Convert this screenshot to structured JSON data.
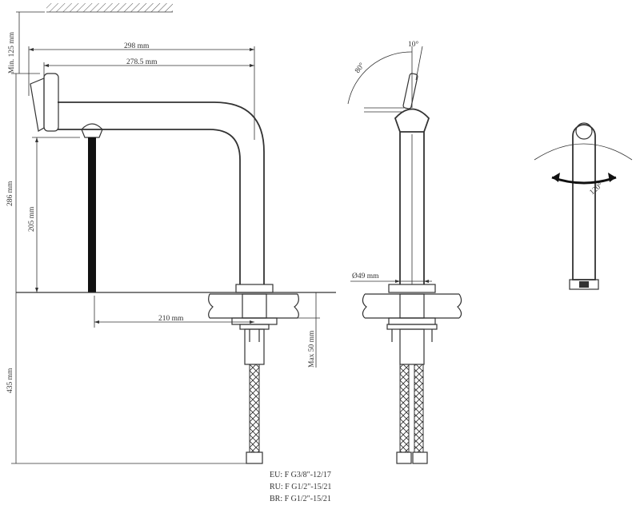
{
  "dimensions": {
    "min_clearance": "Min. 125 mm",
    "width_total": "298 mm",
    "width_reach": "278.5 mm",
    "height_total": "286 mm",
    "height_spout": "205 mm",
    "reach_from_axis": "210 mm",
    "hose_length": "435 mm",
    "max_countertop": "Max 50 mm",
    "body_diameter": "Ø49 mm",
    "lever_angle_front": "10°",
    "lever_angle_arc": "80°",
    "swivel_angle": "120°"
  },
  "connections": [
    "EU: F G3/8\"-12/17",
    "RU: F G1/2\"-15/21",
    "BR: F G1/2\"-15/21"
  ]
}
